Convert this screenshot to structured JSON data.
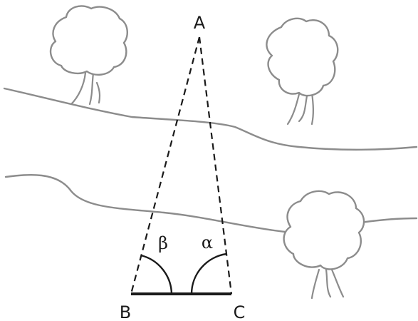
{
  "diagram": {
    "points": {
      "a": "A",
      "b": "B",
      "c": "C"
    },
    "angles": {
      "beta": "β",
      "alpha": "α"
    },
    "colors": {
      "line": "#1a1a1a",
      "scenery": "#8c8c8c",
      "background": "#ffffff"
    }
  }
}
